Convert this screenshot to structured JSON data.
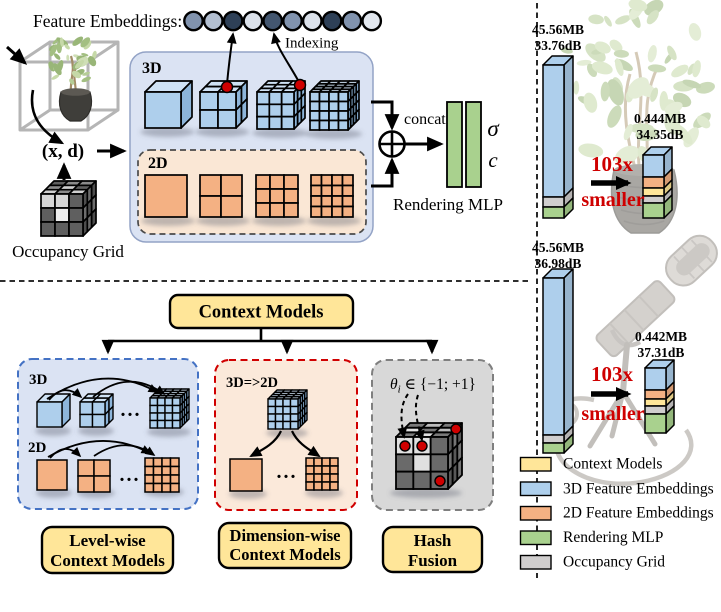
{
  "figure": {
    "top_left": {
      "feature_embeddings_label": "Feature Embeddings:",
      "indexing_label": "Indexing",
      "embedding_circle_colors": [
        "#8193ae",
        "#b3bfd1",
        "#2e4057",
        "#dbe1ea",
        "#43566f",
        "#8193ae",
        "#dbe1ea",
        "#2e4057",
        "#8193ae",
        "#e2e7ee"
      ],
      "input_label": "(x, d)",
      "occupancy_grid_label": "Occupancy Grid",
      "label_3d": "3D",
      "label_2d": "2D",
      "concat_label": "concat",
      "sigma_label": "σ",
      "color_output_label": "c",
      "rendering_mlp_label": "Rendering MLP"
    },
    "bottom_left": {
      "title": "Context Models",
      "dots": "...",
      "level_wise": {
        "label_3d": "3D",
        "label_2d": "2D",
        "caption_line1": "Level-wise",
        "caption_line2": "Context Models"
      },
      "dimension_wise": {
        "label": "3D=>2D",
        "caption_line1": "Dimension-wise",
        "caption_line2": "Context Models"
      },
      "hash_fusion": {
        "theta": "θ",
        "theta_sub": "i",
        "theta_rest": " ∈ {−1; +1}",
        "caption_line1": "Hash",
        "caption_line2": "Fusion"
      }
    },
    "right_panel": {
      "comparisons": [
        {
          "original_size": "45.56MB",
          "original_psnr": "33.76dB",
          "compressed_size": "0.444MB",
          "compressed_psnr": "34.35dB",
          "ratio": "103x",
          "ratio_word": "smaller"
        },
        {
          "original_size": "45.56MB",
          "original_psnr": "36.98dB",
          "compressed_size": "0.442MB",
          "compressed_psnr": "37.31dB",
          "ratio": "103x",
          "ratio_word": "smaller"
        }
      ],
      "legend": [
        {
          "label": "Context Models",
          "color": "#ffe699"
        },
        {
          "label": "3D Feature Embeddings",
          "color": "#aecfec"
        },
        {
          "label": "2D Feature Embeddings",
          "color": "#f4b183"
        },
        {
          "label": "Rendering MLP",
          "color": "#a9d18e"
        },
        {
          "label": "Occupancy Grid",
          "color": "#d0cece"
        }
      ]
    }
  }
}
